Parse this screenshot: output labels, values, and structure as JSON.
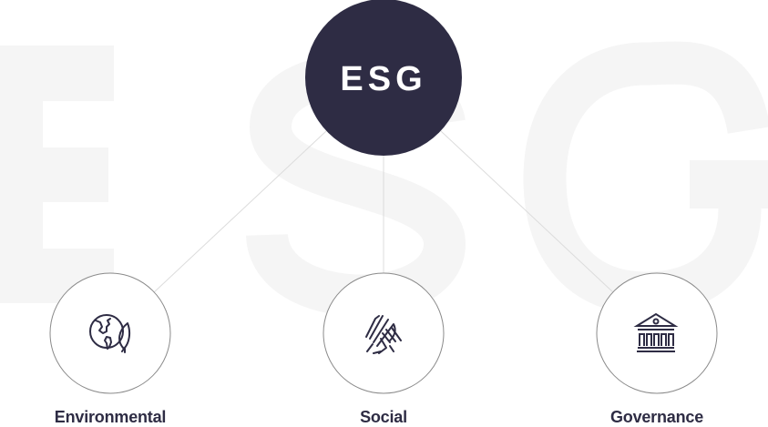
{
  "background_watermark": "ESG",
  "center": {
    "label": "ESG",
    "color": "#2e2c44"
  },
  "pillars": [
    {
      "label": "Environmental",
      "icon": "globe-leaf-icon"
    },
    {
      "label": "Social",
      "icon": "clasped-hands-icon"
    },
    {
      "label": "Governance",
      "icon": "bank-building-icon"
    }
  ],
  "colors": {
    "watermark": "#f5f5f5",
    "lines": "#dcdcdc",
    "circle_border": "#8a8a8a",
    "text": "#2e2c44"
  }
}
